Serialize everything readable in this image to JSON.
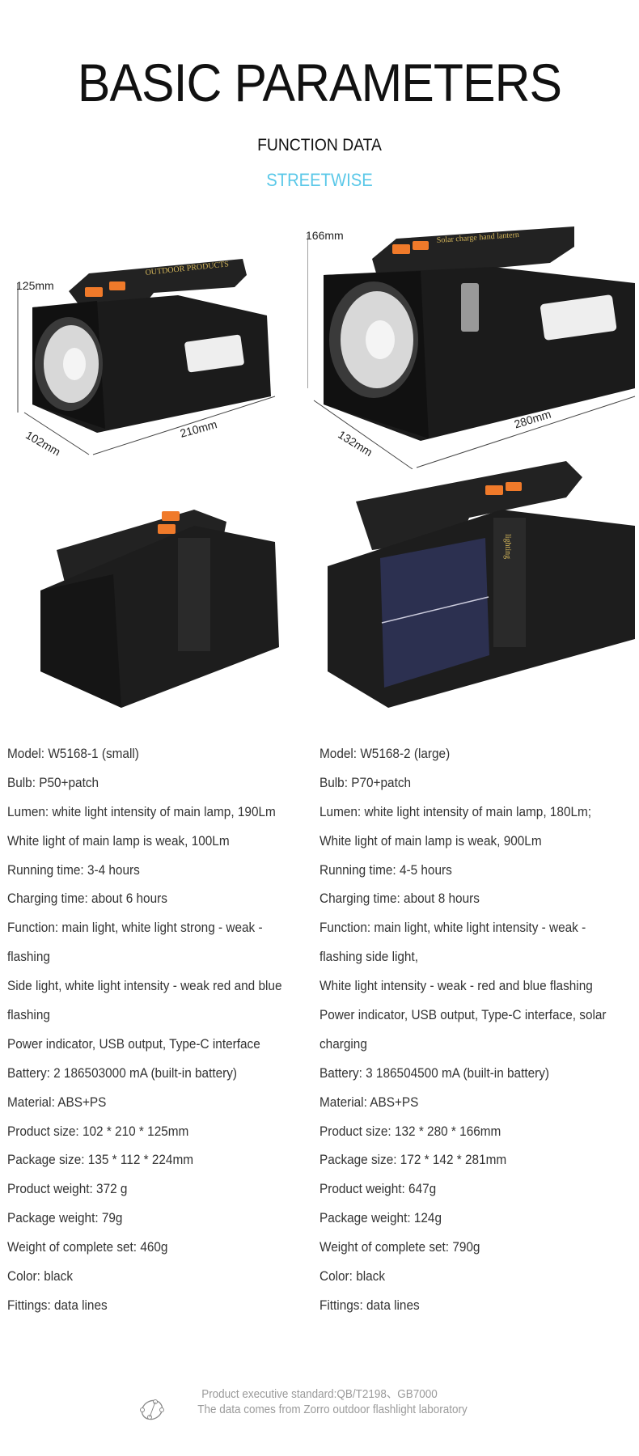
{
  "header": {
    "title": "BASIC PARAMETERS",
    "subtitle": "FUNCTION DATA",
    "brand": "STREETWISE",
    "brand_color": "#5bc8e8"
  },
  "images": {
    "small": {
      "height": "125mm",
      "depth": "102mm",
      "length": "210mm",
      "handle_text": "OUTDOOR PRODUCTS"
    },
    "large": {
      "height": "166mm",
      "depth": "132mm",
      "length": "280mm",
      "handle_text": "Solar charge  hand lantern",
      "side_text": "lighting"
    }
  },
  "specs": {
    "small": [
      "Model: W5168-1 (small)",
      "Bulb: P50+patch",
      "Lumen: white light intensity of main lamp, 190Lm",
      "White light of main lamp is weak, 100Lm",
      "Running time: 3-4 hours",
      "Charging time: about 6 hours",
      "Function: main light, white light strong - weak -",
      "flashing",
      "Side light, white light intensity - weak red and blue",
      "flashing",
      "Power indicator, USB output, Type-C interface",
      "Battery: 2 186503000 mA (built-in battery)",
      "Material: ABS+PS",
      "Product size: 102 * 210 * 125mm",
      "Package size: 135 * 112 * 224mm",
      "Product weight: 372 g",
      "Package weight: 79g",
      "Weight of complete set: 460g",
      "Color: black",
      "Fittings: data lines"
    ],
    "large": [
      "Model: W5168-2 (large)",
      "Bulb: P70+patch",
      "Lumen: white light intensity of main lamp, 180Lm;",
      "White light of main lamp is weak, 900Lm",
      "Running time: 4-5 hours",
      "Charging time: about 8 hours",
      "Function: main light, white light intensity - weak -",
      "flashing side light,",
      "White light intensity - weak - red and blue flashing",
      "Power indicator, USB output, Type-C interface, solar",
      "charging",
      "Battery: 3 186504500 mA (built-in battery)",
      "Material: ABS+PS",
      "Product size: 132 * 280 * 166mm",
      "Package size: 172 * 142 * 281mm",
      "Product weight: 647g",
      "Package weight: 124g",
      "Weight of complete set: 790g",
      "Color: black",
      "Fittings: data lines"
    ]
  },
  "footer": {
    "standard": "Product executive standard:QB/T2198、GB7000",
    "source": "The data comes from Zorro outdoor flashlight laboratory",
    "logo_icon": "orbit-logo-icon"
  }
}
